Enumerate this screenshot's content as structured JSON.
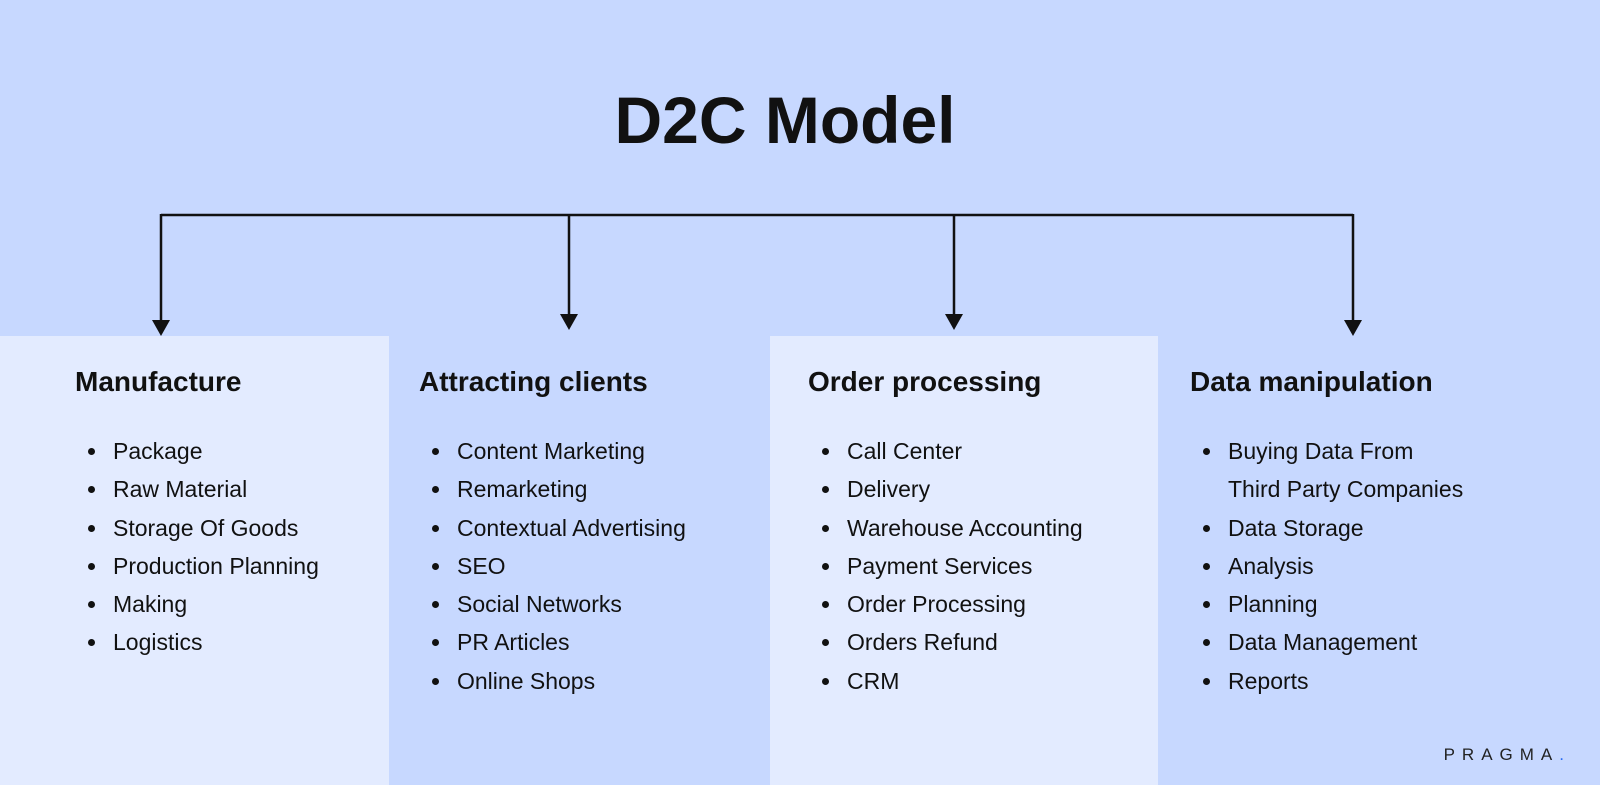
{
  "title": "D2C Model",
  "colors": {
    "background": "#c7d8ff",
    "panel_light": "#e3ebff",
    "accent": "#2a6cf2"
  },
  "columns": [
    {
      "heading": "Manufacture",
      "items": [
        "Package",
        "Raw Material",
        "Storage Of Goods",
        "Production Planning",
        "Making",
        "Logistics"
      ]
    },
    {
      "heading": "Attracting clients",
      "items": [
        "Content Marketing",
        "Remarketing",
        "Contextual Advertising",
        "SEO",
        "Social Networks",
        "PR Articles",
        "Online Shops"
      ]
    },
    {
      "heading": "Order processing",
      "items": [
        "Call Center",
        "Delivery",
        "Warehouse Accounting",
        "Payment Services",
        "Order Processing",
        "Orders Refund",
        "CRM"
      ]
    },
    {
      "heading": "Data manipulation",
      "items": [
        "Buying Data From",
        "Third Party Companies",
        "Data Storage",
        "Analysis",
        "Planning",
        "Data Management",
        "Reports"
      ]
    }
  ],
  "logo": {
    "text": "PRAGMA",
    "dot": "."
  }
}
